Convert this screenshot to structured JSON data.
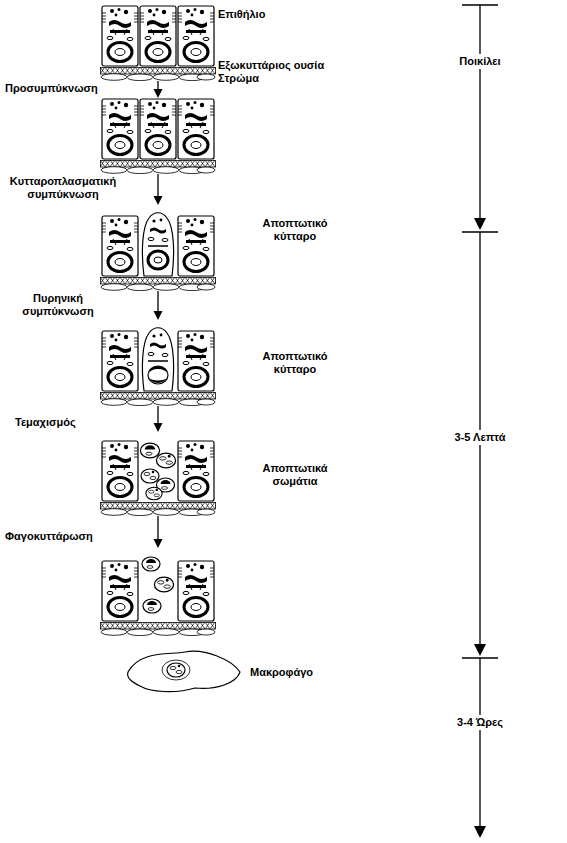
{
  "diagram": {
    "nodes": [
      {
        "text": [
          "Επιθήλιο",
          "Εξωκυττάριος ουσία",
          "Στρώμα"
        ]
      },
      {
        "text": [
          "Προσυμπύκνωση"
        ]
      },
      {
        "text": [
          "Κυτταροπλασματική συμπύκνωση",
          "Αποπτωτικό κύτταρο"
        ]
      },
      {
        "text": [
          "Πυρηνική συμπύκνωση",
          "Αποπτωτικό κύτταρο"
        ]
      },
      {
        "text": [
          "Τεμαχισμός",
          "Αποπτωτικά σωμάτια"
        ]
      },
      {
        "text": [
          "Φαγοκυττάρωση",
          "Μακροφάγο"
        ]
      }
    ],
    "edges": [
      {
        "from": 0,
        "to": 1,
        "arrow": "to"
      },
      {
        "from": 1,
        "to": 2,
        "arrow": "to"
      },
      {
        "from": 2,
        "to": 3,
        "arrow": "to"
      },
      {
        "from": 3,
        "to": 4,
        "arrow": "to"
      },
      {
        "from": 4,
        "to": 5,
        "arrow": "to"
      }
    ],
    "labels": [
      "Ποικίλει",
      "3-5 Λεπτά",
      "3-4 Ώρες"
    ]
  }
}
